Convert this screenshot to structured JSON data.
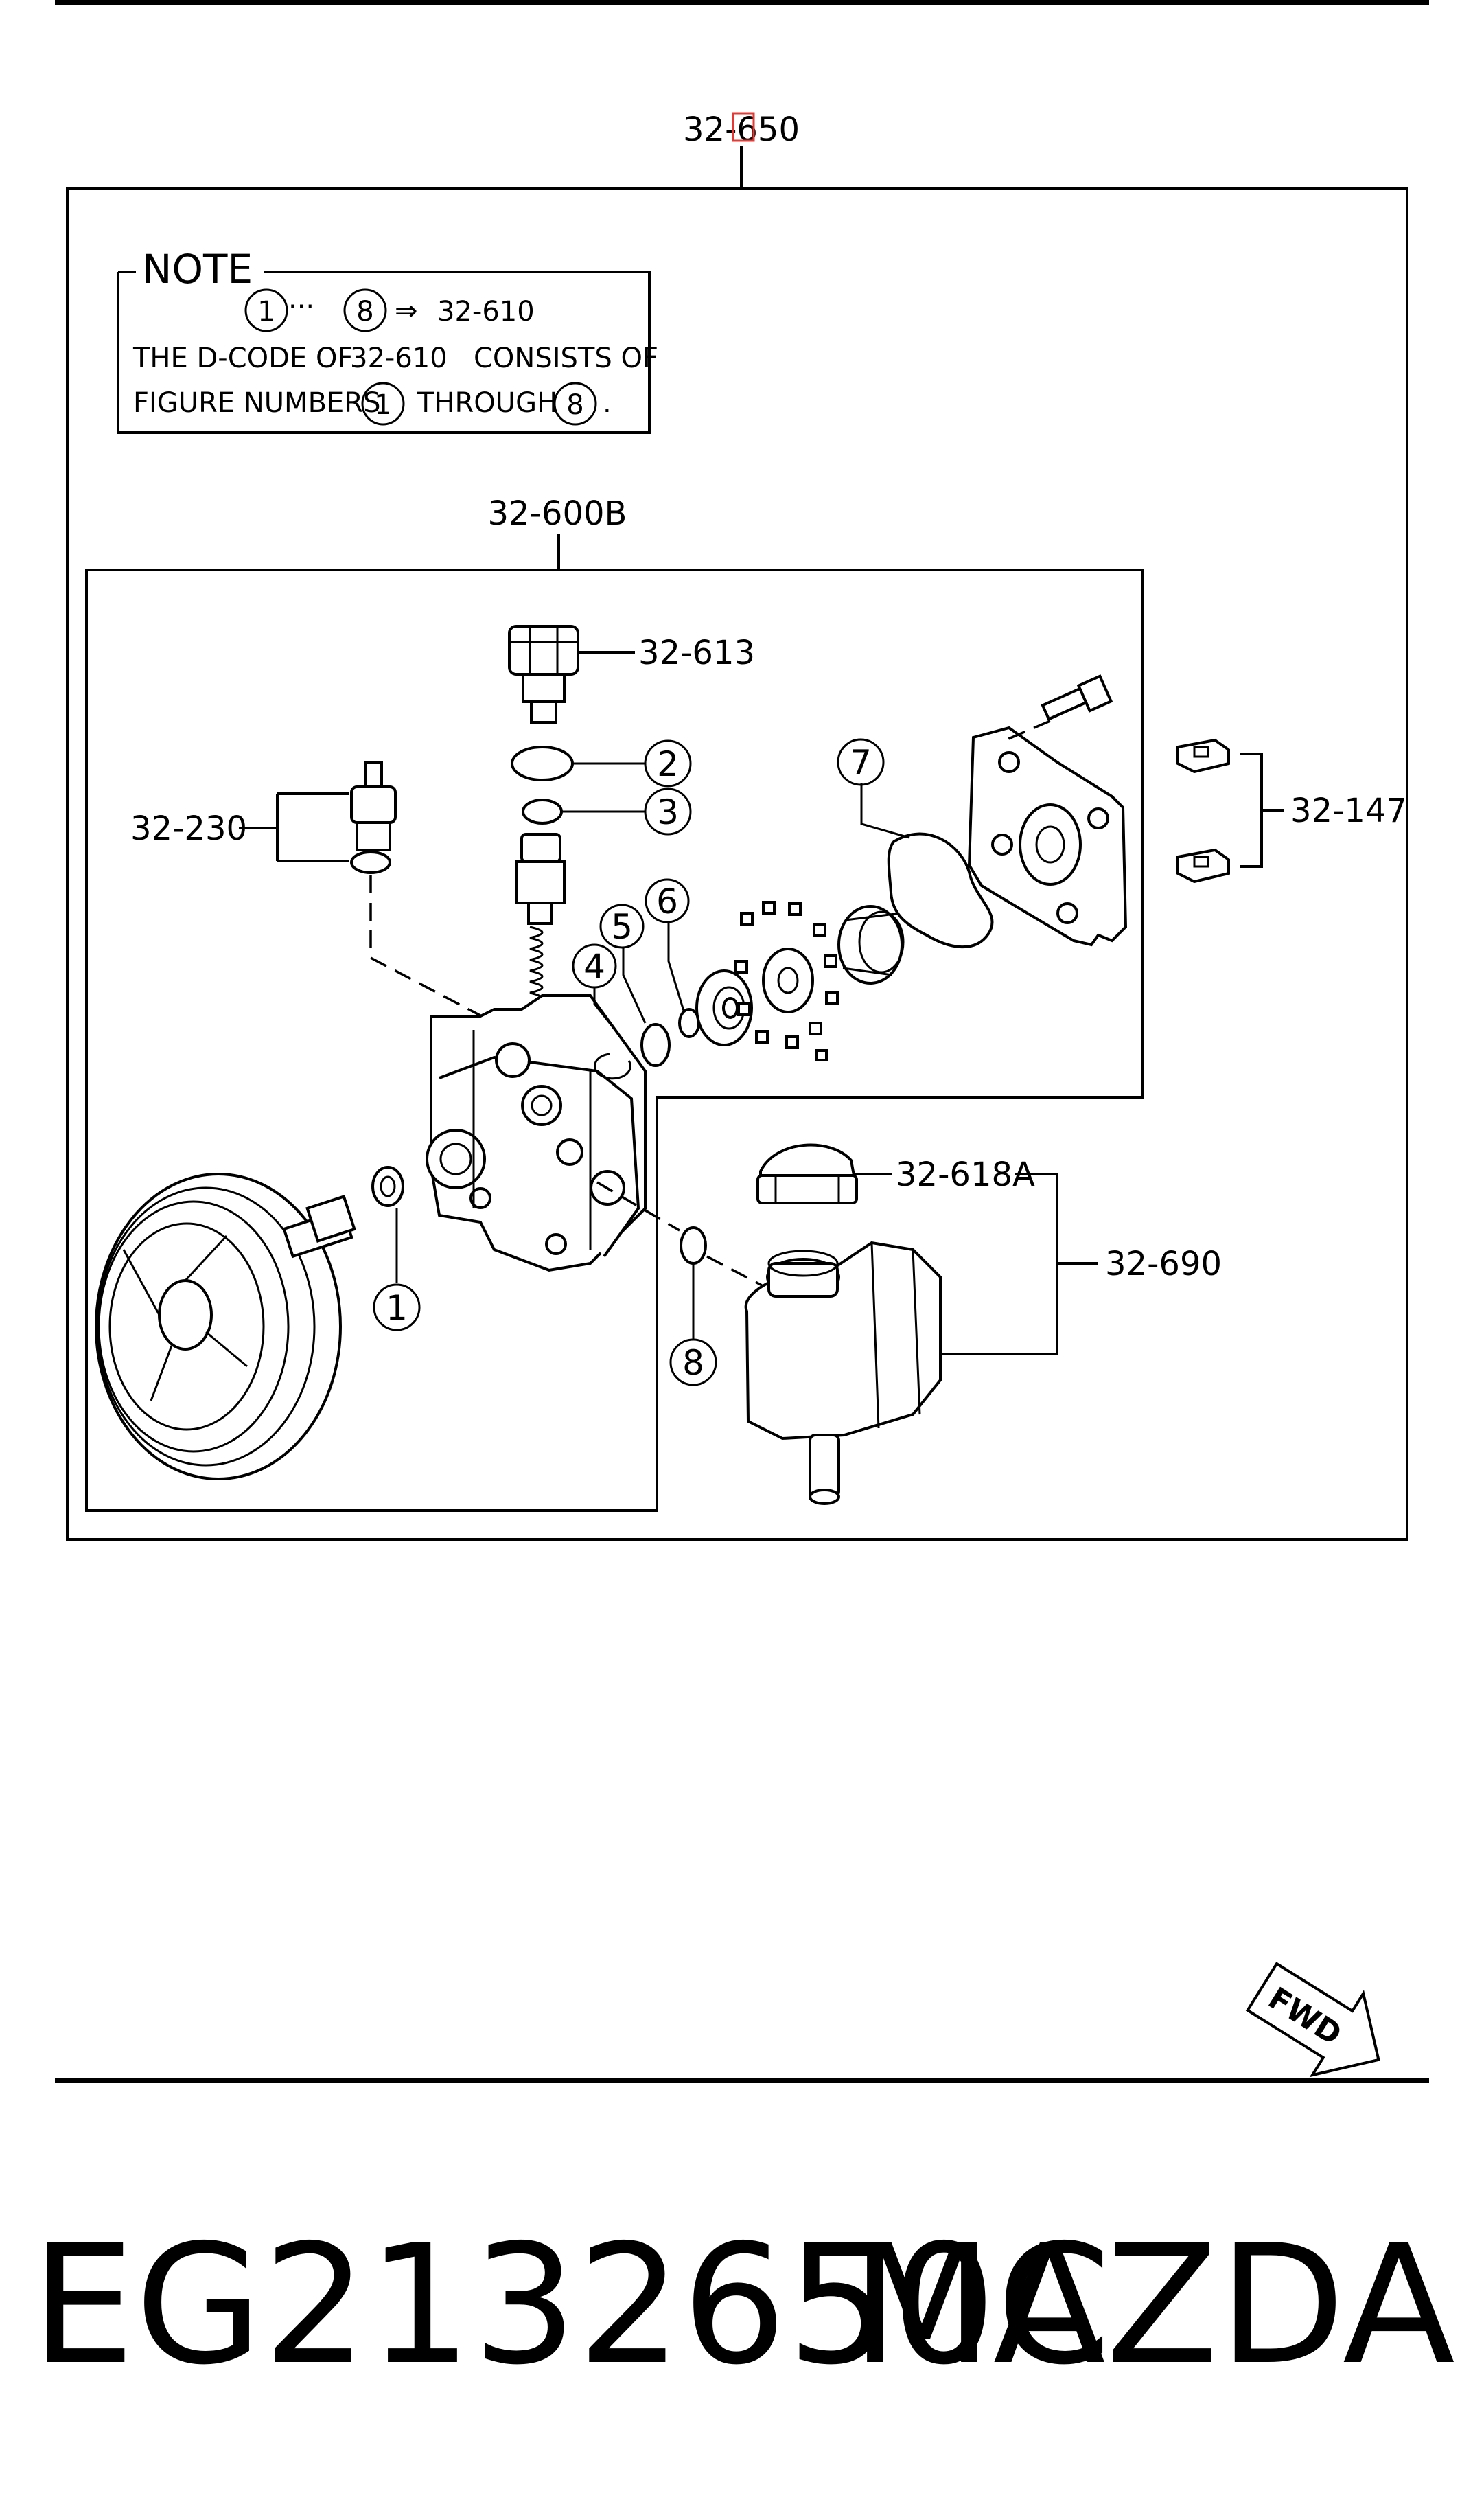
{
  "diagram": {
    "top_code": "32-650",
    "note": {
      "title": "NOTE",
      "range_from": "1",
      "range_dots": "···",
      "range_to": "8",
      "arrow": "⇒",
      "range_code": "32-610",
      "line2_a": "THE D-CODE OF",
      "line2_code": "32-610",
      "line2_b": "CONSISTS OF",
      "line3_a": "FIGURE NUMBERS",
      "line3_n1": "1",
      "line3_b": "THROUGH",
      "line3_n2": "8",
      "line3_end": "."
    },
    "labels": {
      "assy_pump": "32-600B",
      "valve": "32-613",
      "pressure_switch": "32-230",
      "clips": "32-147",
      "cap": "32-618A",
      "reservoir": "32-690"
    },
    "callouts": [
      "1",
      "2",
      "3",
      "4",
      "5",
      "6",
      "7",
      "8"
    ],
    "fwd_mark": "FWD"
  },
  "footer": {
    "part_number": "EG2132650C",
    "brand": "MAZDA"
  }
}
